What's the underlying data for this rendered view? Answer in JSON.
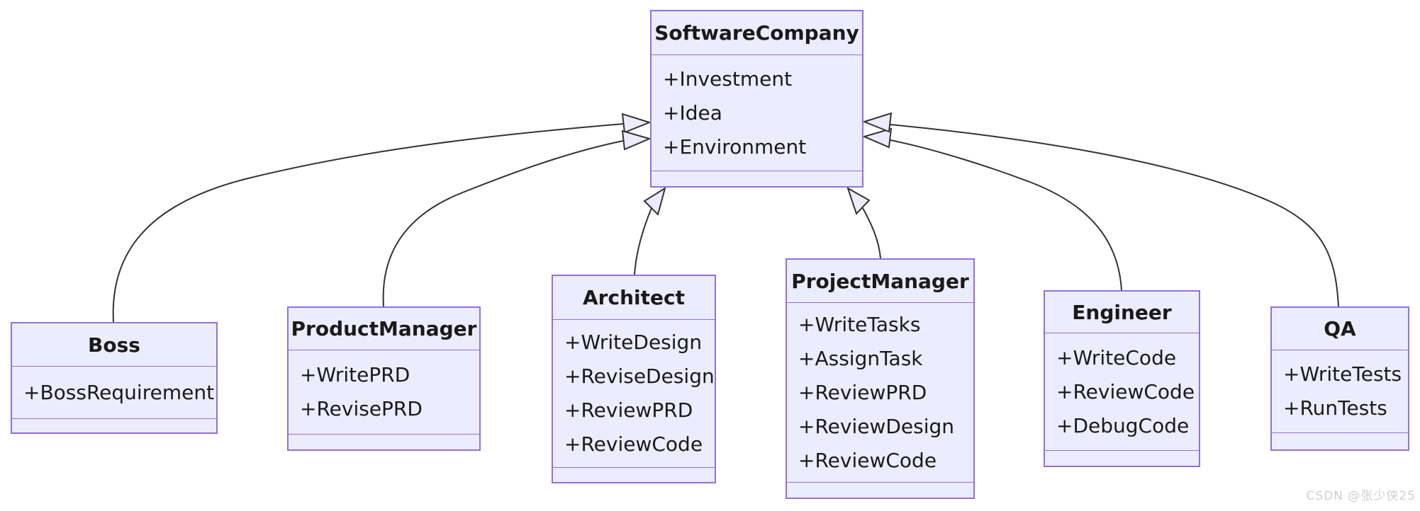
{
  "diagram": {
    "type": "uml-class-diagram",
    "classes": [
      {
        "name": "SoftwareCompany",
        "attributes": [
          "+Investment",
          "+Idea",
          "+Environment"
        ]
      },
      {
        "name": "Boss",
        "attributes": [
          "+BossRequirement"
        ]
      },
      {
        "name": "ProductManager",
        "attributes": [
          "+WritePRD",
          "+RevisePRD"
        ]
      },
      {
        "name": "Architect",
        "attributes": [
          "+WriteDesign",
          "+ReviseDesign",
          "+ReviewPRD",
          "+ReviewCode"
        ]
      },
      {
        "name": "ProjectManager",
        "attributes": [
          "+WriteTasks",
          "+AssignTask",
          "+ReviewPRD",
          "+ReviewDesign",
          "+ReviewCode"
        ]
      },
      {
        "name": "Engineer",
        "attributes": [
          "+WriteCode",
          "+ReviewCode",
          "+DebugCode"
        ]
      },
      {
        "name": "QA",
        "attributes": [
          "+WriteTests",
          "+RunTests"
        ]
      }
    ],
    "relations": [
      {
        "from": "Boss",
        "to": "SoftwareCompany",
        "type": "inheritance"
      },
      {
        "from": "ProductManager",
        "to": "SoftwareCompany",
        "type": "inheritance"
      },
      {
        "from": "Architect",
        "to": "SoftwareCompany",
        "type": "inheritance"
      },
      {
        "from": "ProjectManager",
        "to": "SoftwareCompany",
        "type": "inheritance"
      },
      {
        "from": "Engineer",
        "to": "SoftwareCompany",
        "type": "inheritance"
      },
      {
        "from": "QA",
        "to": "SoftwareCompany",
        "type": "inheritance"
      }
    ]
  },
  "watermark": {
    "text": "CSDN @张少侠25"
  },
  "colors": {
    "node_fill": "#ECECFF",
    "node_border": "#9370DB",
    "edge": "#333333",
    "text": "#1a1a1a",
    "background": "#ffffff",
    "watermark": "#cfcfcf"
  }
}
